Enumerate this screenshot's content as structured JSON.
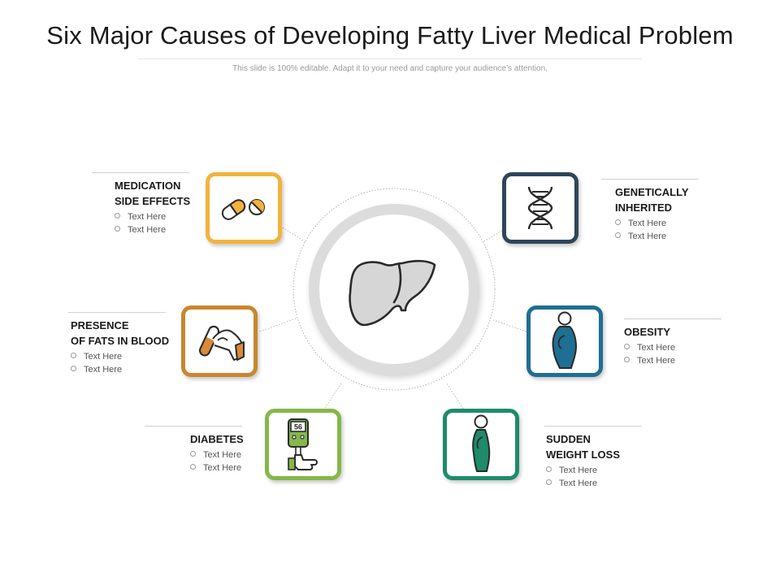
{
  "title": "Six Major Causes of Developing Fatty Liver Medical Problem",
  "subtitle": "This slide is 100% editable. Adapt it to your need and capture your audience’s attention.",
  "center": {
    "icon": "liver-icon"
  },
  "causes": [
    {
      "title": "MEDICATION\nSIDE EFFECTS",
      "icon": "pills-icon",
      "color": "#F2B33D",
      "bullets": [
        "Text Here",
        "Text Here"
      ]
    },
    {
      "title": "GENETICALLY\nINHERITED",
      "icon": "dna-icon",
      "color": "#2F4558",
      "bullets": [
        "Text Here",
        "Text Here"
      ]
    },
    {
      "title": "PRESENCE\nOF FATS IN BLOOD",
      "icon": "blood-test-tube-icon",
      "color": "#C9862E",
      "bullets": [
        "Text Here",
        "Text Here"
      ]
    },
    {
      "title": "OBESITY",
      "icon": "obese-person-icon",
      "color": "#1F6F93",
      "bullets": [
        "Text Here",
        "Text Here"
      ]
    },
    {
      "title": "DIABETES",
      "icon": "glucose-meter-icon",
      "color": "#84B84A",
      "bullets": [
        "Text Here",
        "Text Here"
      ]
    },
    {
      "title": "SUDDEN\nWEIGHT LOSS",
      "icon": "thin-person-icon",
      "color": "#1E8B6A",
      "bullets": [
        "Text Here",
        "Text Here"
      ]
    }
  ],
  "glucose_reading": "56"
}
